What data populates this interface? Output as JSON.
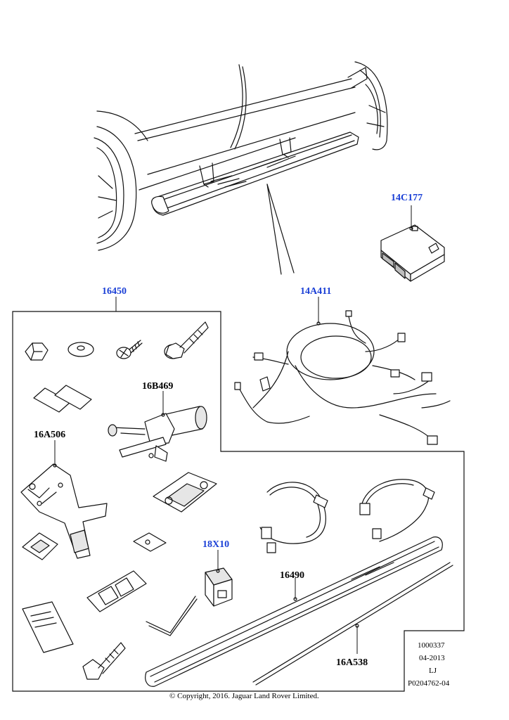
{
  "callouts": {
    "p14C177": "14C177",
    "p16450": "16450",
    "p14A411": "14A411",
    "p16B469": "16B469",
    "p16A506": "16A506",
    "p18X10": "18X10",
    "p16490": "16490",
    "p16A538": "16A538"
  },
  "reference_box": {
    "line1": "1000337",
    "line2": "04-2013",
    "line3": "LJ",
    "line4": "P0204762-04"
  },
  "copyright": "© Copyright, 2016. Jaguar Land Rover Limited.",
  "colors": {
    "link_callout": "#1a3fd6",
    "plain_callout": "#000000",
    "line_art": "#111111"
  }
}
